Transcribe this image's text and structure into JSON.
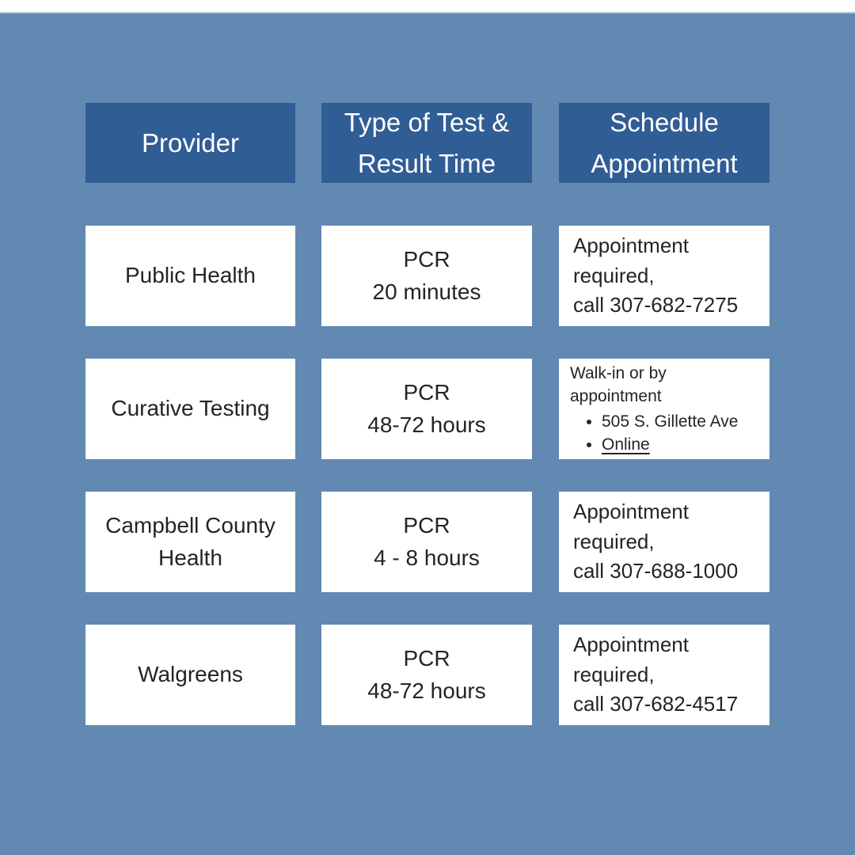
{
  "colors": {
    "background": "#6189b1",
    "top_strip": "#ffffff",
    "divider": "#b9c6d5",
    "header_bg": "#315d95",
    "header_text": "#ffffff",
    "card_bg": "#ffffff",
    "text": "#272324"
  },
  "table": {
    "headers": [
      {
        "label": "Provider"
      },
      {
        "label": "Type of Test &\nResult Time"
      },
      {
        "label": "Schedule\nAppointment"
      }
    ],
    "rows": [
      {
        "provider": "Public Health",
        "test": "PCR\n20 minutes",
        "schedule": {
          "text": "Appointment\nrequired,\ncall 307-682-7275"
        }
      },
      {
        "provider": "Curative Testing",
        "test": "PCR\n48-72 hours",
        "schedule": {
          "intro": "Walk-in or by\nappointment",
          "bullets": [
            {
              "label": "505 S. Gillette Ave"
            },
            {
              "label": "Online"
            }
          ]
        }
      },
      {
        "provider": "Campbell County Health",
        "test": "PCR\n4 - 8 hours",
        "schedule": {
          "text": "Appointment\nrequired,\ncall 307-688-1000"
        }
      },
      {
        "provider": "Walgreens",
        "test": "PCR\n48-72 hours",
        "schedule": {
          "text": "Appointment\nrequired,\ncall 307-682-4517"
        }
      }
    ]
  },
  "chart_data": {
    "type": "table",
    "title": "",
    "columns": [
      "Provider",
      "Type of Test & Result Time",
      "Schedule Appointment"
    ],
    "rows": [
      [
        "Public Health",
        "PCR, 20 minutes",
        "Appointment required, call 307-682-7275"
      ],
      [
        "Curative Testing",
        "PCR, 48-72 hours",
        "Walk-in or by appointment; 505 S. Gillette Ave; Online"
      ],
      [
        "Campbell County Health",
        "PCR, 4 - 8 hours",
        "Appointment required, call 307-688-1000"
      ],
      [
        "Walgreens",
        "PCR, 48-72 hours",
        "Appointment required, call 307-682-4517"
      ]
    ]
  }
}
